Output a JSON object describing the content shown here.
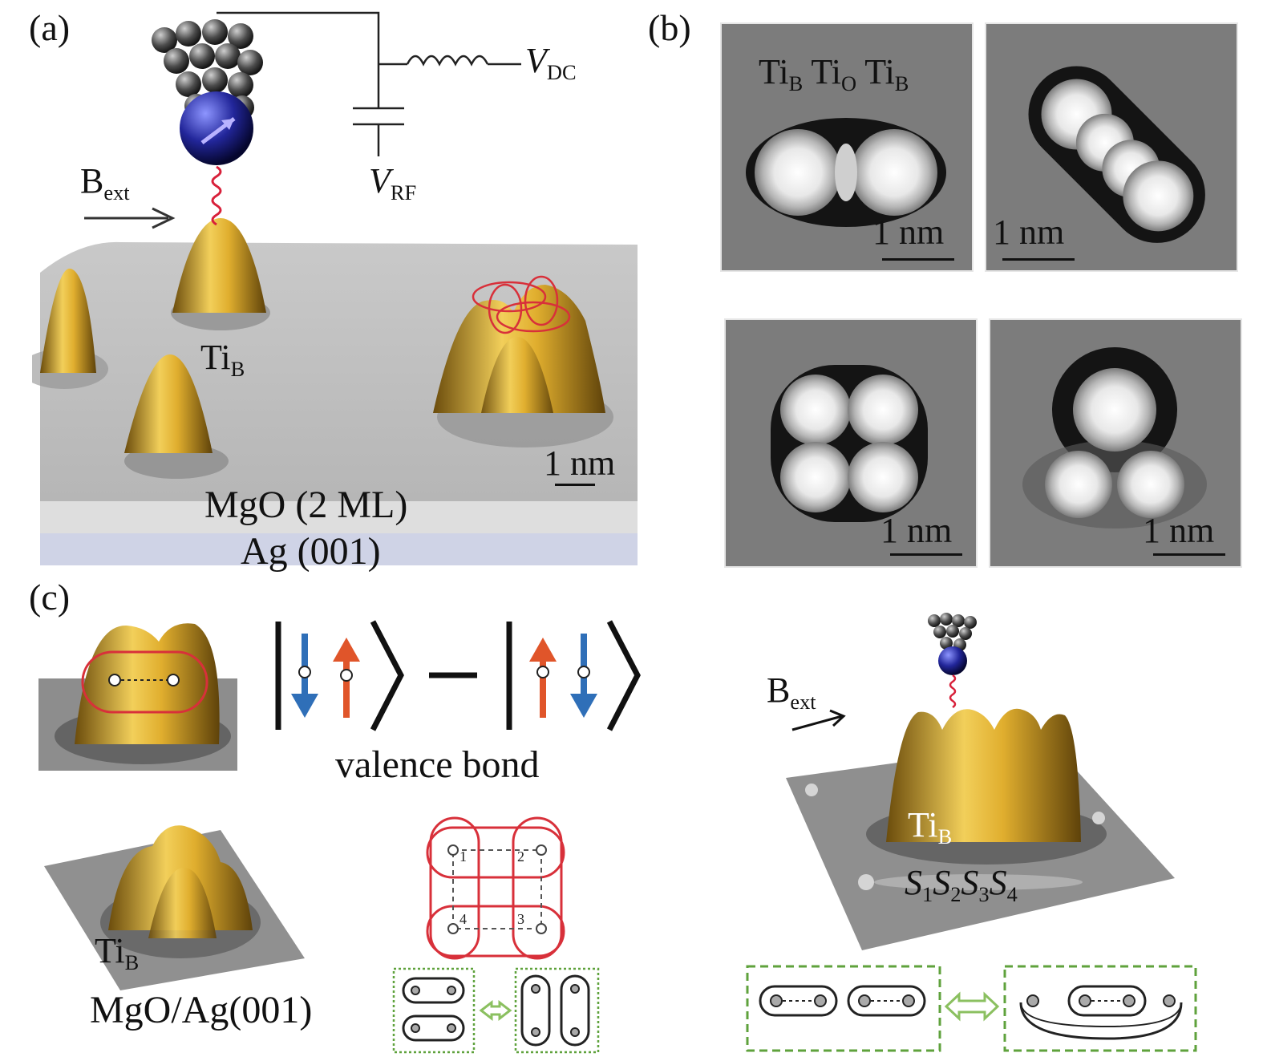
{
  "panels": {
    "a": {
      "label": "(a)",
      "b_ext": "B",
      "b_ext_sub": "ext",
      "v_dc": "V",
      "v_dc_sub": "DC",
      "v_rf": "V",
      "v_rf_sub": "RF",
      "ti_label": "Ti",
      "ti_sub": "B",
      "scale": "1 nm",
      "layer1": "MgO (2 ML)",
      "layer2": "Ag (001)"
    },
    "b": {
      "label": "(b)",
      "top_left_labels": [
        {
          "text": "Ti",
          "sub": "B"
        },
        {
          "text": "Ti",
          "sub": "O"
        },
        {
          "text": "Ti",
          "sub": "B"
        }
      ],
      "scales": [
        "1 nm",
        "1 nm",
        "1 nm",
        "1 nm"
      ]
    },
    "c": {
      "label": "(c)",
      "valence_bond": "valence bond",
      "ti_label": "Ti",
      "ti_sub": "B",
      "substrate": "MgO/Ag(001)",
      "site_numbers": [
        "1",
        "2",
        "4",
        "3"
      ]
    },
    "d": {
      "b_ext": "B",
      "b_ext_sub": "ext",
      "ti_label": "Ti",
      "ti_sub": "B",
      "spins": [
        {
          "text": "S",
          "sub": "1"
        },
        {
          "text": "S",
          "sub": "2"
        },
        {
          "text": "S",
          "sub": "3"
        },
        {
          "text": "S",
          "sub": "4"
        }
      ]
    }
  }
}
